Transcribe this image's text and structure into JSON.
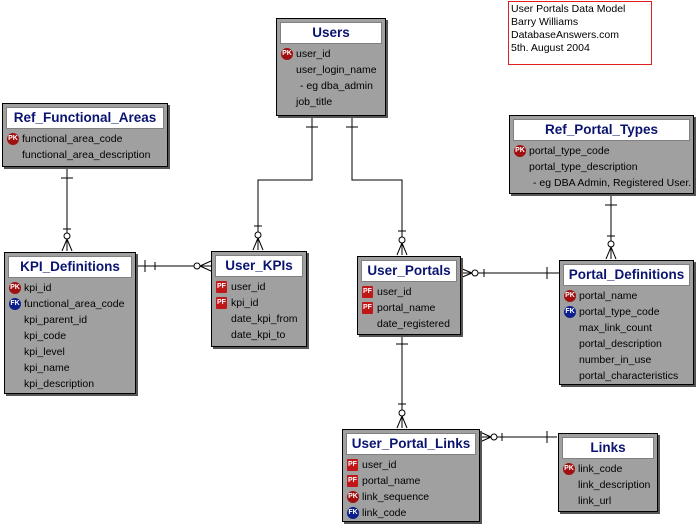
{
  "note": {
    "lines": [
      "User Portals Data Model",
      "Barry Williams",
      "DatabaseAnswers.com",
      "5th. August 2004"
    ]
  },
  "entities": {
    "users": {
      "title": "Users",
      "attributes": [
        {
          "key": "PK",
          "name": "user_id"
        },
        {
          "key": "",
          "name": "user_login_name"
        },
        {
          "key": "",
          "name": "- eg dba_admin"
        },
        {
          "key": "",
          "name": "job_title"
        }
      ]
    },
    "ref_functional_areas": {
      "title": "Ref_Functional_Areas",
      "attributes": [
        {
          "key": "PK",
          "name": "functional_area_code"
        },
        {
          "key": "",
          "name": "functional_area_description"
        }
      ]
    },
    "ref_portal_types": {
      "title": "Ref_Portal_Types",
      "attributes": [
        {
          "key": "PK",
          "name": "portal_type_code"
        },
        {
          "key": "",
          "name": "portal_type_description"
        },
        {
          "key": "",
          "name": "- eg DBA Admin, Registered User."
        }
      ]
    },
    "kpi_definitions": {
      "title": "KPI_Definitions",
      "attributes": [
        {
          "key": "PK",
          "name": "kpi_id"
        },
        {
          "key": "FK",
          "name": "functional_area_code"
        },
        {
          "key": "",
          "name": "kpi_parent_id"
        },
        {
          "key": "",
          "name": "kpi_code"
        },
        {
          "key": "",
          "name": "kpi_level"
        },
        {
          "key": "",
          "name": "kpi_name"
        },
        {
          "key": "",
          "name": "kpi_description"
        }
      ]
    },
    "user_kpis": {
      "title": "User_KPIs",
      "attributes": [
        {
          "key": "PF",
          "name": "user_id"
        },
        {
          "key": "PF",
          "name": "kpi_id"
        },
        {
          "key": "",
          "name": "date_kpi_from"
        },
        {
          "key": "",
          "name": "date_kpi_to"
        }
      ]
    },
    "user_portals": {
      "title": "User_Portals",
      "attributes": [
        {
          "key": "PF",
          "name": "user_id"
        },
        {
          "key": "PF",
          "name": "portal_name"
        },
        {
          "key": "",
          "name": "date_registered"
        }
      ]
    },
    "portal_definitions": {
      "title": "Portal_Definitions",
      "attributes": [
        {
          "key": "PK",
          "name": "portal_name"
        },
        {
          "key": "FK",
          "name": "portal_type_code"
        },
        {
          "key": "",
          "name": "max_link_count"
        },
        {
          "key": "",
          "name": "portal_description"
        },
        {
          "key": "",
          "name": "number_in_use"
        },
        {
          "key": "",
          "name": "portal_characteristics"
        }
      ]
    },
    "user_portal_links": {
      "title": "User_Portal_Links",
      "attributes": [
        {
          "key": "PF",
          "name": "user_id"
        },
        {
          "key": "PF",
          "name": "portal_name"
        },
        {
          "key": "PK",
          "name": "link_sequence"
        },
        {
          "key": "FK",
          "name": "link_code"
        }
      ]
    },
    "links": {
      "title": "Links",
      "attributes": [
        {
          "key": "PK",
          "name": "link_code"
        },
        {
          "key": "",
          "name": "link_description"
        },
        {
          "key": "",
          "name": "link_url"
        }
      ]
    }
  },
  "colors": {
    "entity_fill": "#a0a0a0",
    "title_text": "#0a1470",
    "pk_badge": "#a01010",
    "fk_badge": "#0a1e8c",
    "pf_badge": "#c01818",
    "note_border": "#e02020"
  }
}
